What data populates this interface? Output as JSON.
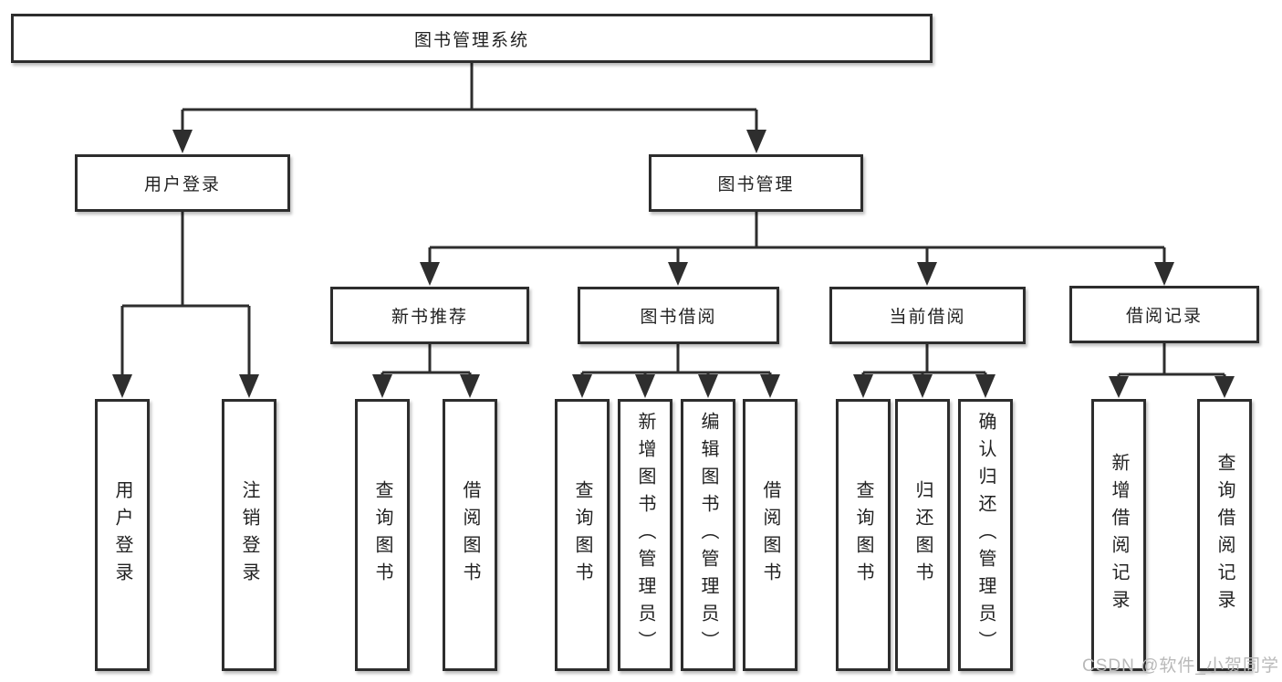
{
  "tree": {
    "label": "图书管理系统",
    "children": [
      {
        "label": "用户登录",
        "children": [
          {
            "label": "用户登录"
          },
          {
            "label": "注销登录"
          }
        ]
      },
      {
        "label": "图书管理",
        "children": [
          {
            "label": "新书推荐",
            "children": [
              {
                "label": "查询图书"
              },
              {
                "label": "借阅图书"
              }
            ]
          },
          {
            "label": "图书借阅",
            "children": [
              {
                "label": "查询图书"
              },
              {
                "label": "新增图书（管理员）"
              },
              {
                "label": "编辑图书（管理员）"
              },
              {
                "label": "借阅图书"
              }
            ]
          },
          {
            "label": "当前借阅",
            "children": [
              {
                "label": "查询图书"
              },
              {
                "label": "归还图书"
              },
              {
                "label": "确认归还（管理员）"
              }
            ]
          },
          {
            "label": "借阅记录",
            "children": [
              {
                "label": "新增借阅记录"
              },
              {
                "label": "查询借阅记录"
              }
            ]
          }
        ]
      }
    ]
  },
  "colors": {
    "line": "#2e2e2e",
    "box_border": "#2d2d2d",
    "text": "#222222",
    "watermark": "#b9b9b9"
  },
  "watermark": "CSDN @软件_小贺同学"
}
